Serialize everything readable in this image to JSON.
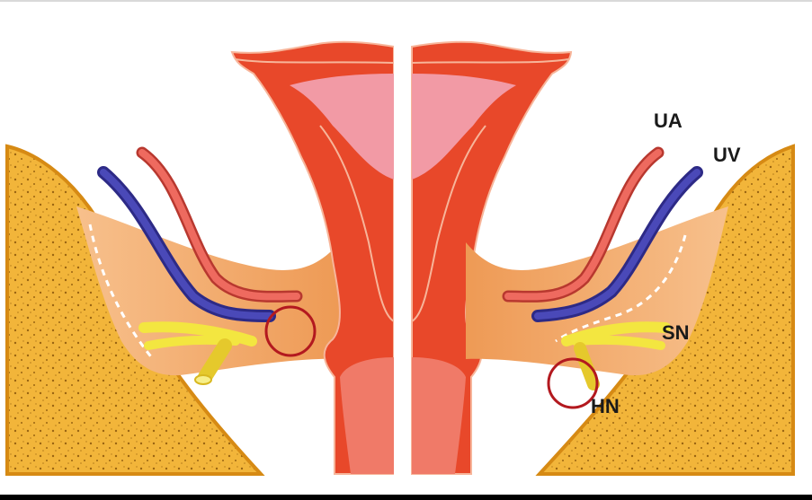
{
  "labels": {
    "ua": "UA",
    "uv": "UV",
    "sn": "SN",
    "hn": "HN"
  },
  "colors": {
    "uterus": "#e8482a",
    "uterus_inner": "#f07a68",
    "uterus_pink": "#f29aa5",
    "tissue": "#f3a566",
    "tissue_light": "#f7c08c",
    "bone": "#f2b53a",
    "bone_edge": "#d68a14",
    "bone_dot": "#8a5a10",
    "artery": "#d9534f",
    "vein": "#3b3aa0",
    "nerve": "#f3e640",
    "circle": "#b3191f"
  }
}
